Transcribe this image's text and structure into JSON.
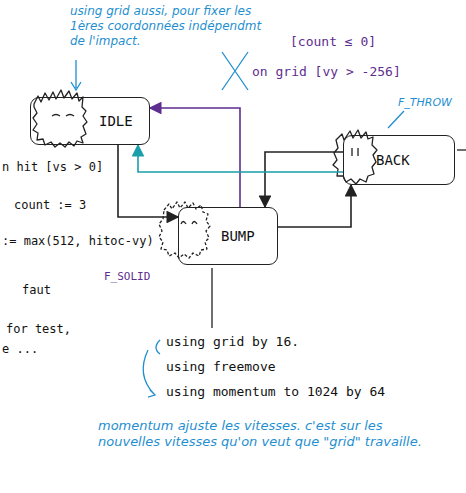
{
  "diagram": {
    "nodes": [
      {
        "text": [
          "IDLE"
        ]
      },
      {
        "text": [
          "BUMP"
        ]
      },
      {
        "text": [
          "BACK"
        ]
      }
    ],
    "edges": [
      {
        "from": 0,
        "to": 1,
        "arrow": "to"
      },
      {
        "from": 1,
        "to": 2,
        "arrow": "to"
      },
      {
        "from": 2,
        "to": 1,
        "arrow": "to"
      },
      {
        "from": 1,
        "to": 0,
        "label": "[count ≤ 0]",
        "arrow": "to"
      },
      {
        "from": 2,
        "to": 0,
        "arrow": "to"
      }
    ],
    "labels": [
      "using grid aussi, pour fixer les 1ères coordonnées indépendmt de l'impact.",
      "on grid [vy > -256]",
      "F_THROW",
      "n hit [vs > 0]",
      "count := 3",
      ":= max(512, hitoc-vy)",
      "faut",
      "F_SOLID",
      "for test,",
      "e ...",
      "using grid by 16.",
      "using freemove",
      "using momentum to 1024 by 64",
      "momentum ajuste les vitesses. c'est sur les nouvelles vitesses qu'on veut que \"grid\" travaille."
    ]
  }
}
